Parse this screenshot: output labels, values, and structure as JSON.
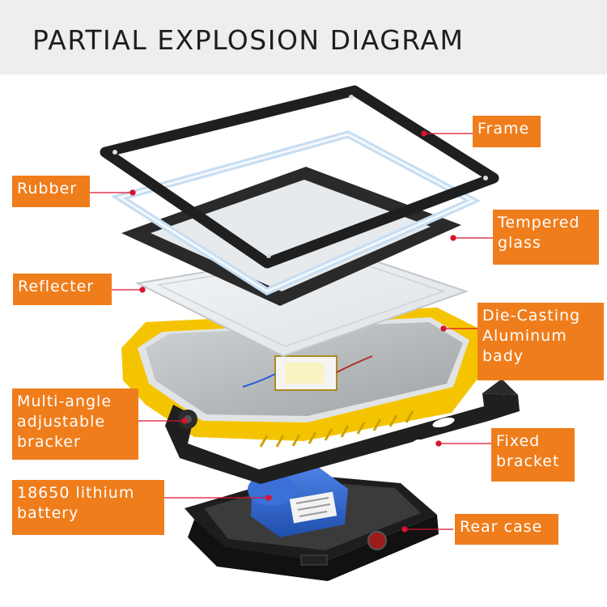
{
  "title": "PARTIAL EXPLOSION DIAGRAM",
  "labels": {
    "frame": "Frame",
    "rubber": "Rubber",
    "tempered_glass": "Tempered\nglass",
    "reflecter": "Reflecter",
    "die_casting": "Die-Casting\nAluminum\nbady",
    "multi_angle": "Multi-angle\nadjustable\nbracker",
    "fixed_bracket": "Fixed\nbracket",
    "battery": "18650 lithium\nbattery",
    "rear_case": "Rear case"
  },
  "colors": {
    "label_bg": "#ef7d1c",
    "label_text": "#ffffff",
    "leader_line": "#d9142b",
    "header_bg": "#eeeeee",
    "housing_yellow": "#f5c400",
    "frame_black": "#1f1f1f",
    "battery_blue": "#2f63c9"
  }
}
